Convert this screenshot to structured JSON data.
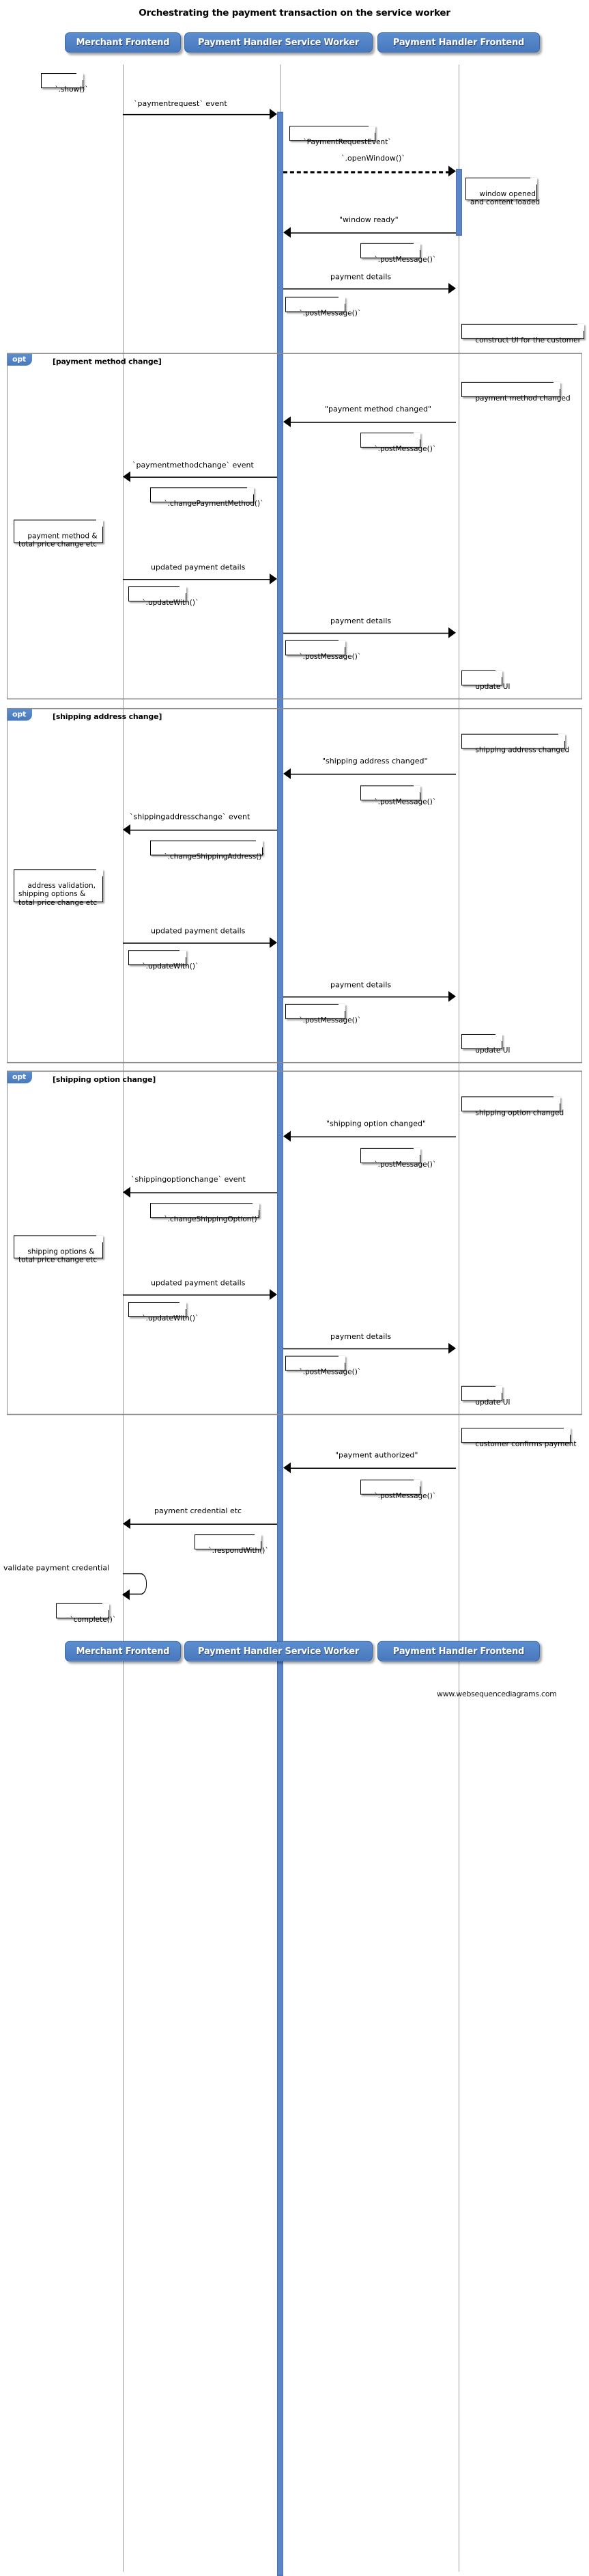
{
  "title": "Orchestrating the payment transaction on the service worker",
  "credit": "www.websequencediagrams.com",
  "colors": {
    "actor_fill": "#4f81c7",
    "actor_text": "#ffffff",
    "activation": "#5b85c7",
    "lifeline": "#9a9a9a",
    "fragment_border": "#8a8a8a",
    "note_fill": "#ffffff",
    "arrow": "#000000"
  },
  "actors": [
    {
      "id": "merchant",
      "label": "Merchant Frontend"
    },
    {
      "id": "sw",
      "label": "Payment Handler Service Worker"
    },
    {
      "id": "ph",
      "label": "Payment Handler Frontend"
    }
  ],
  "footer_actors": [
    {
      "id": "merchant",
      "label": "Merchant Frontend"
    },
    {
      "id": "sw",
      "label": "Payment Handler Service Worker"
    },
    {
      "id": "ph",
      "label": "Payment Handler Frontend"
    }
  ],
  "messages": [
    {
      "id": "m1",
      "label": "`paymentrequest` event",
      "from": "merchant",
      "to": "sw",
      "dir": "right",
      "style": "solid"
    },
    {
      "id": "m2",
      "label": "`.openWindow()`",
      "from": "sw",
      "to": "ph",
      "dir": "right",
      "style": "dashed"
    },
    {
      "id": "m3",
      "label": "\"window ready\"",
      "from": "ph",
      "to": "sw",
      "dir": "left",
      "style": "solid"
    },
    {
      "id": "m4",
      "label": "payment details",
      "from": "sw",
      "to": "ph",
      "dir": "right",
      "style": "solid"
    },
    {
      "id": "m5",
      "label": "\"payment method changed\"",
      "from": "ph",
      "to": "sw",
      "dir": "left",
      "style": "solid"
    },
    {
      "id": "m6",
      "label": "`paymentmethodchange` event",
      "from": "sw",
      "to": "merchant",
      "dir": "left",
      "style": "solid"
    },
    {
      "id": "m7",
      "label": "updated payment details",
      "from": "merchant",
      "to": "sw",
      "dir": "right",
      "style": "solid"
    },
    {
      "id": "m8",
      "label": "payment details",
      "from": "sw",
      "to": "ph",
      "dir": "right",
      "style": "solid"
    },
    {
      "id": "m9",
      "label": "\"shipping address changed\"",
      "from": "ph",
      "to": "sw",
      "dir": "left",
      "style": "solid"
    },
    {
      "id": "m10",
      "label": "`shippingaddresschange` event",
      "from": "sw",
      "to": "merchant",
      "dir": "left",
      "style": "solid"
    },
    {
      "id": "m11",
      "label": "updated payment details",
      "from": "merchant",
      "to": "sw",
      "dir": "right",
      "style": "solid"
    },
    {
      "id": "m12",
      "label": "payment details",
      "from": "sw",
      "to": "ph",
      "dir": "right",
      "style": "solid"
    },
    {
      "id": "m13",
      "label": "\"shipping option changed\"",
      "from": "ph",
      "to": "sw",
      "dir": "left",
      "style": "solid"
    },
    {
      "id": "m14",
      "label": "`shippingoptionchange` event",
      "from": "sw",
      "to": "merchant",
      "dir": "left",
      "style": "solid"
    },
    {
      "id": "m15",
      "label": "updated payment details",
      "from": "merchant",
      "to": "sw",
      "dir": "right",
      "style": "solid"
    },
    {
      "id": "m16",
      "label": "payment details",
      "from": "sw",
      "to": "ph",
      "dir": "right",
      "style": "solid"
    },
    {
      "id": "m17",
      "label": "\"payment authorized\"",
      "from": "ph",
      "to": "sw",
      "dir": "left",
      "style": "solid"
    },
    {
      "id": "m18",
      "label": "payment credential etc",
      "from": "sw",
      "to": "merchant",
      "dir": "left",
      "style": "solid"
    },
    {
      "id": "m19",
      "label": "validate payment credential",
      "from": "merchant",
      "to": "merchant",
      "dir": "self",
      "style": "solid"
    }
  ],
  "notes": [
    {
      "id": "n1",
      "text": "`.show()`"
    },
    {
      "id": "n2",
      "text": "`PaymentRequestEvent`"
    },
    {
      "id": "n3",
      "text": "window opened\nand content loaded"
    },
    {
      "id": "n4",
      "text": "`.postMessage()`"
    },
    {
      "id": "n5",
      "text": "`.postMessage()`"
    },
    {
      "id": "n6",
      "text": "construct UI for the customer"
    },
    {
      "id": "n7",
      "text": "payment method changed"
    },
    {
      "id": "n8",
      "text": "`.postMessage()`"
    },
    {
      "id": "n9",
      "text": "`.changePaymentMethod()`"
    },
    {
      "id": "n10",
      "text": "payment method &\ntotal price change etc"
    },
    {
      "id": "n11",
      "text": "`.updateWith()`"
    },
    {
      "id": "n12",
      "text": "`.postMessage()`"
    },
    {
      "id": "n13",
      "text": "update UI"
    },
    {
      "id": "n14",
      "text": "shipping address changed"
    },
    {
      "id": "n15",
      "text": "`.postMessage()`"
    },
    {
      "id": "n16",
      "text": "`.changeShippingAddress()`"
    },
    {
      "id": "n17",
      "text": "address validation,\nshipping options &\ntotal price change etc"
    },
    {
      "id": "n18",
      "text": "`.updateWith()`"
    },
    {
      "id": "n19",
      "text": "`.postMessage()`"
    },
    {
      "id": "n20",
      "text": "update UI"
    },
    {
      "id": "n21",
      "text": "shipping option changed"
    },
    {
      "id": "n22",
      "text": "`.postMessage()`"
    },
    {
      "id": "n23",
      "text": "`.changeShippingOption()`"
    },
    {
      "id": "n24",
      "text": "shipping options &\ntotal price change etc"
    },
    {
      "id": "n25",
      "text": "`.updateWith()`"
    },
    {
      "id": "n26",
      "text": "`.postMessage()`"
    },
    {
      "id": "n27",
      "text": "update UI"
    },
    {
      "id": "n28",
      "text": "customer confirms payment"
    },
    {
      "id": "n29",
      "text": "`.postMessage()`"
    },
    {
      "id": "n30",
      "text": "`.respondWith()`"
    },
    {
      "id": "n31",
      "text": "`complete()`"
    }
  ],
  "fragments": [
    {
      "id": "f1",
      "operator": "opt",
      "condition": "[payment method change]"
    },
    {
      "id": "f2",
      "operator": "opt",
      "condition": "[shipping address change]"
    },
    {
      "id": "f3",
      "operator": "opt",
      "condition": "[shipping option change]"
    }
  ]
}
